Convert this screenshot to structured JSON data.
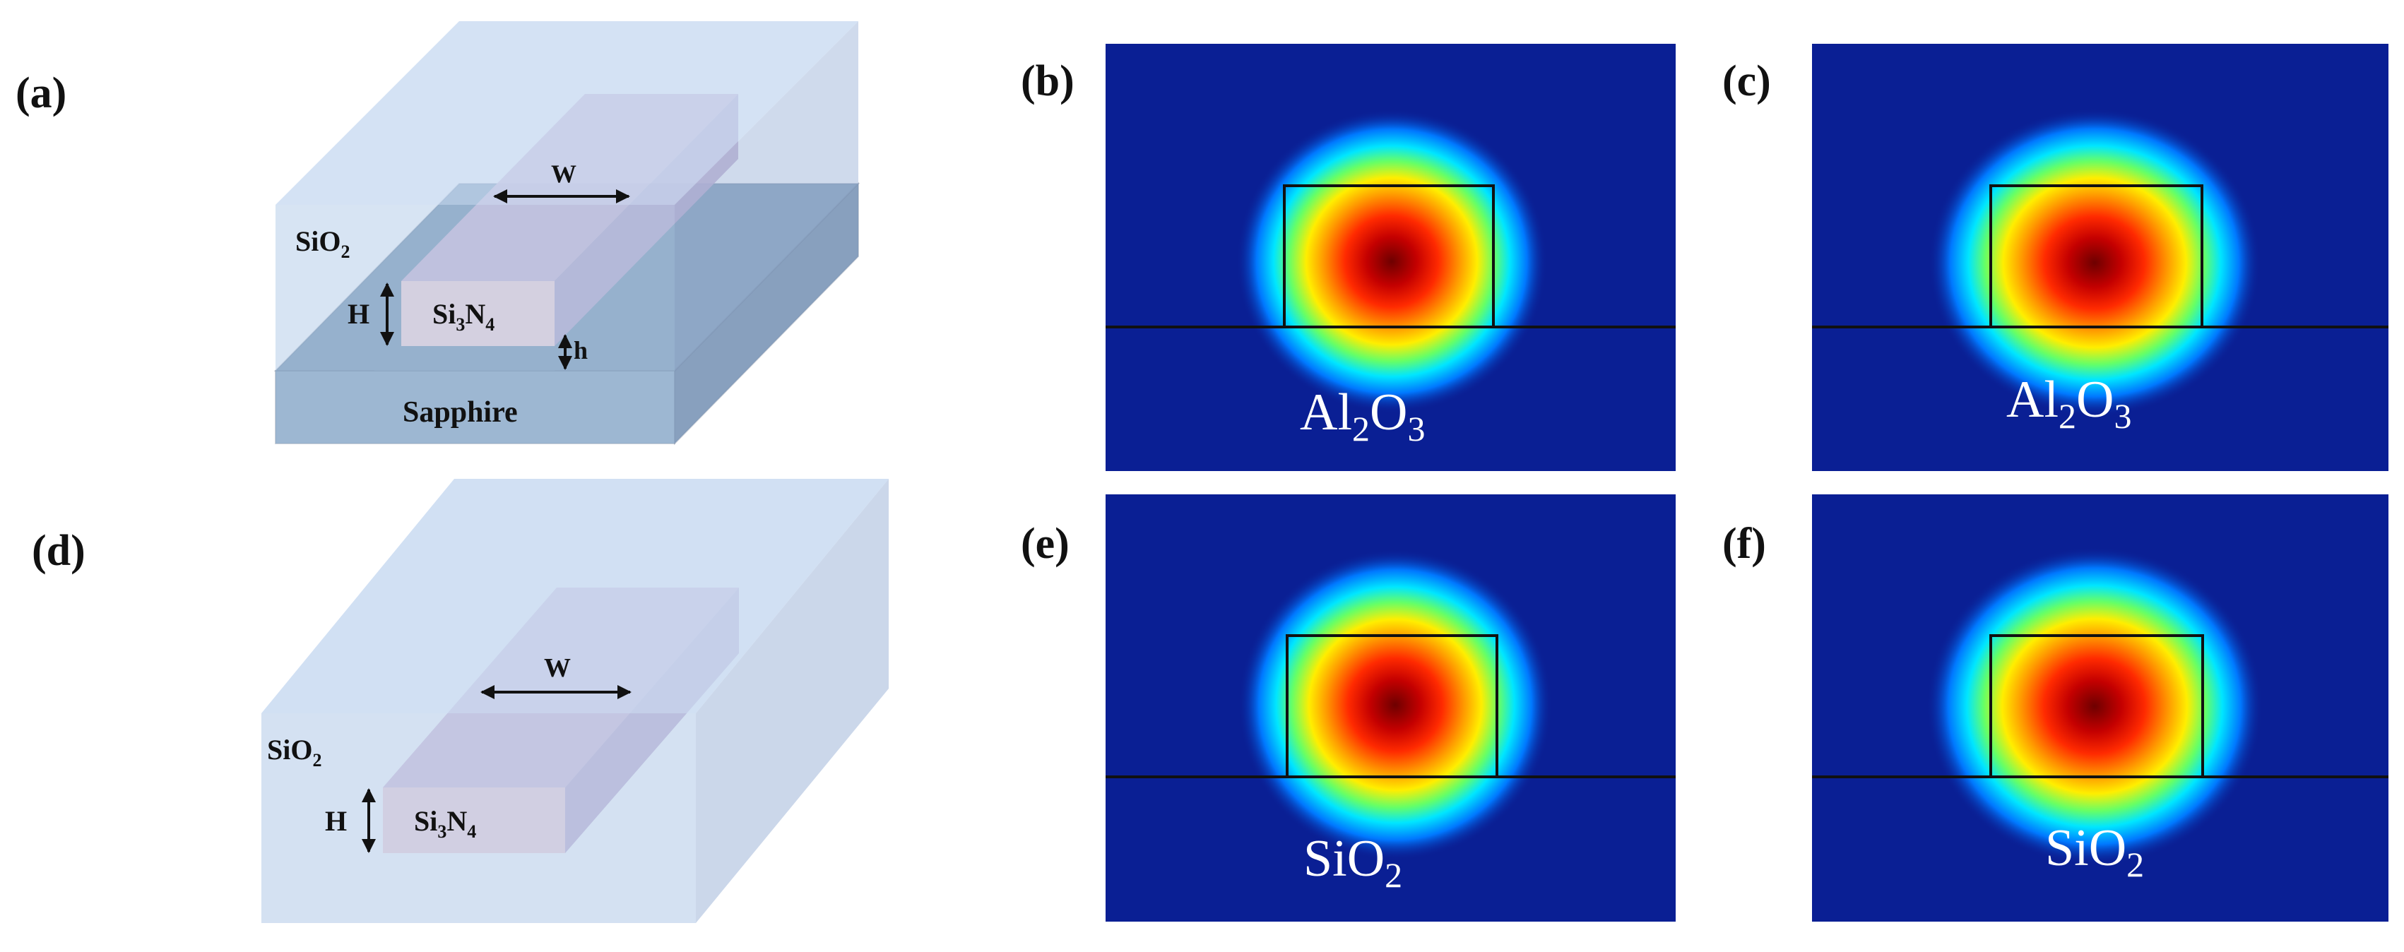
{
  "panels": {
    "a": {
      "label": "(a)",
      "cladding": {
        "sym": "SiO",
        "sub": "2"
      },
      "core": {
        "p1": "Si",
        "s1": "3",
        "p2": "N",
        "s2": "4"
      },
      "substrate": "Sapphire",
      "dim_w": "W",
      "dim_h_big": "H",
      "dim_h_small": "h"
    },
    "b": {
      "label": "(b)",
      "substrate": {
        "p1": "Al",
        "s1": "2",
        "p2": "O",
        "s2": "3"
      }
    },
    "c": {
      "label": "(c)",
      "substrate": {
        "p1": "Al",
        "s1": "2",
        "p2": "O",
        "s2": "3"
      }
    },
    "d": {
      "label": "(d)",
      "cladding": {
        "sym": "SiO",
        "sub": "2"
      },
      "core": {
        "p1": "Si",
        "s1": "3",
        "p2": "N",
        "s2": "4"
      },
      "dim_w": "W",
      "dim_h_big": "H"
    },
    "e": {
      "label": "(e)",
      "substrate": {
        "sym": "SiO",
        "sub": "2"
      }
    },
    "f": {
      "label": "(f)",
      "substrate": {
        "sym": "SiO",
        "sub": "2"
      }
    }
  },
  "colors": {
    "cladding_front": "#b7cdea",
    "cladding_top": "#c6d8f0",
    "cladding_side": "#a8bcdc",
    "substrate_front": "#7f9cb6",
    "substrate_side": "#627f9a",
    "core_front": "#f8d2d6",
    "core_top": "#d2b4d4",
    "field_background": "#0a1f94",
    "outline": "#111111"
  },
  "icons": [
    "double-arrow-icon"
  ]
}
